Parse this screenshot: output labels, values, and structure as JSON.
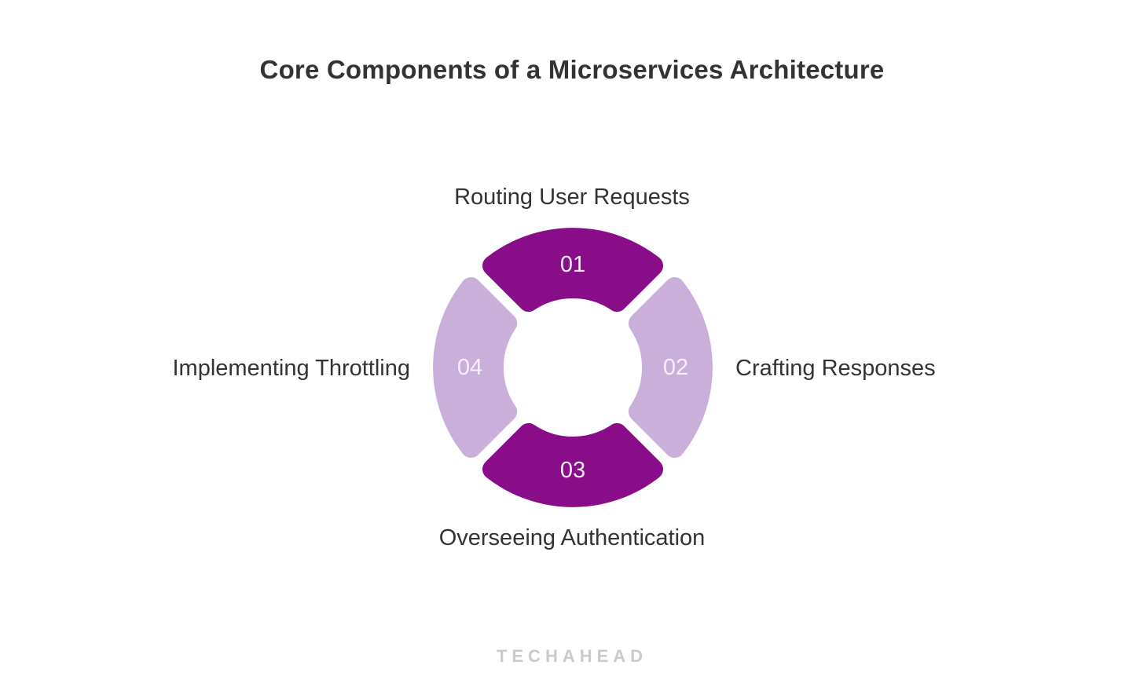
{
  "title": "Core Components of a Microservices Architecture",
  "watermark": "TECHAHEAD",
  "colors": {
    "background": "#FFFFFF",
    "primary": "#890D89",
    "secondary": "#CAAFDA",
    "number_text": "#F6EFF9",
    "label_text": "#333333",
    "title_text": "#333333",
    "watermark_text": "#CBCBCB"
  },
  "segments": [
    {
      "number": "01",
      "label": "Routing User Requests",
      "position": "top",
      "color": "#890D89"
    },
    {
      "number": "02",
      "label": "Crafting Responses",
      "position": "right",
      "color": "#CAAFDA"
    },
    {
      "number": "03",
      "label": "Overseeing Authentication",
      "position": "bottom",
      "color": "#890D89"
    },
    {
      "number": "04",
      "label": "Implementing Throttling",
      "position": "left",
      "color": "#CAAFDA"
    }
  ]
}
